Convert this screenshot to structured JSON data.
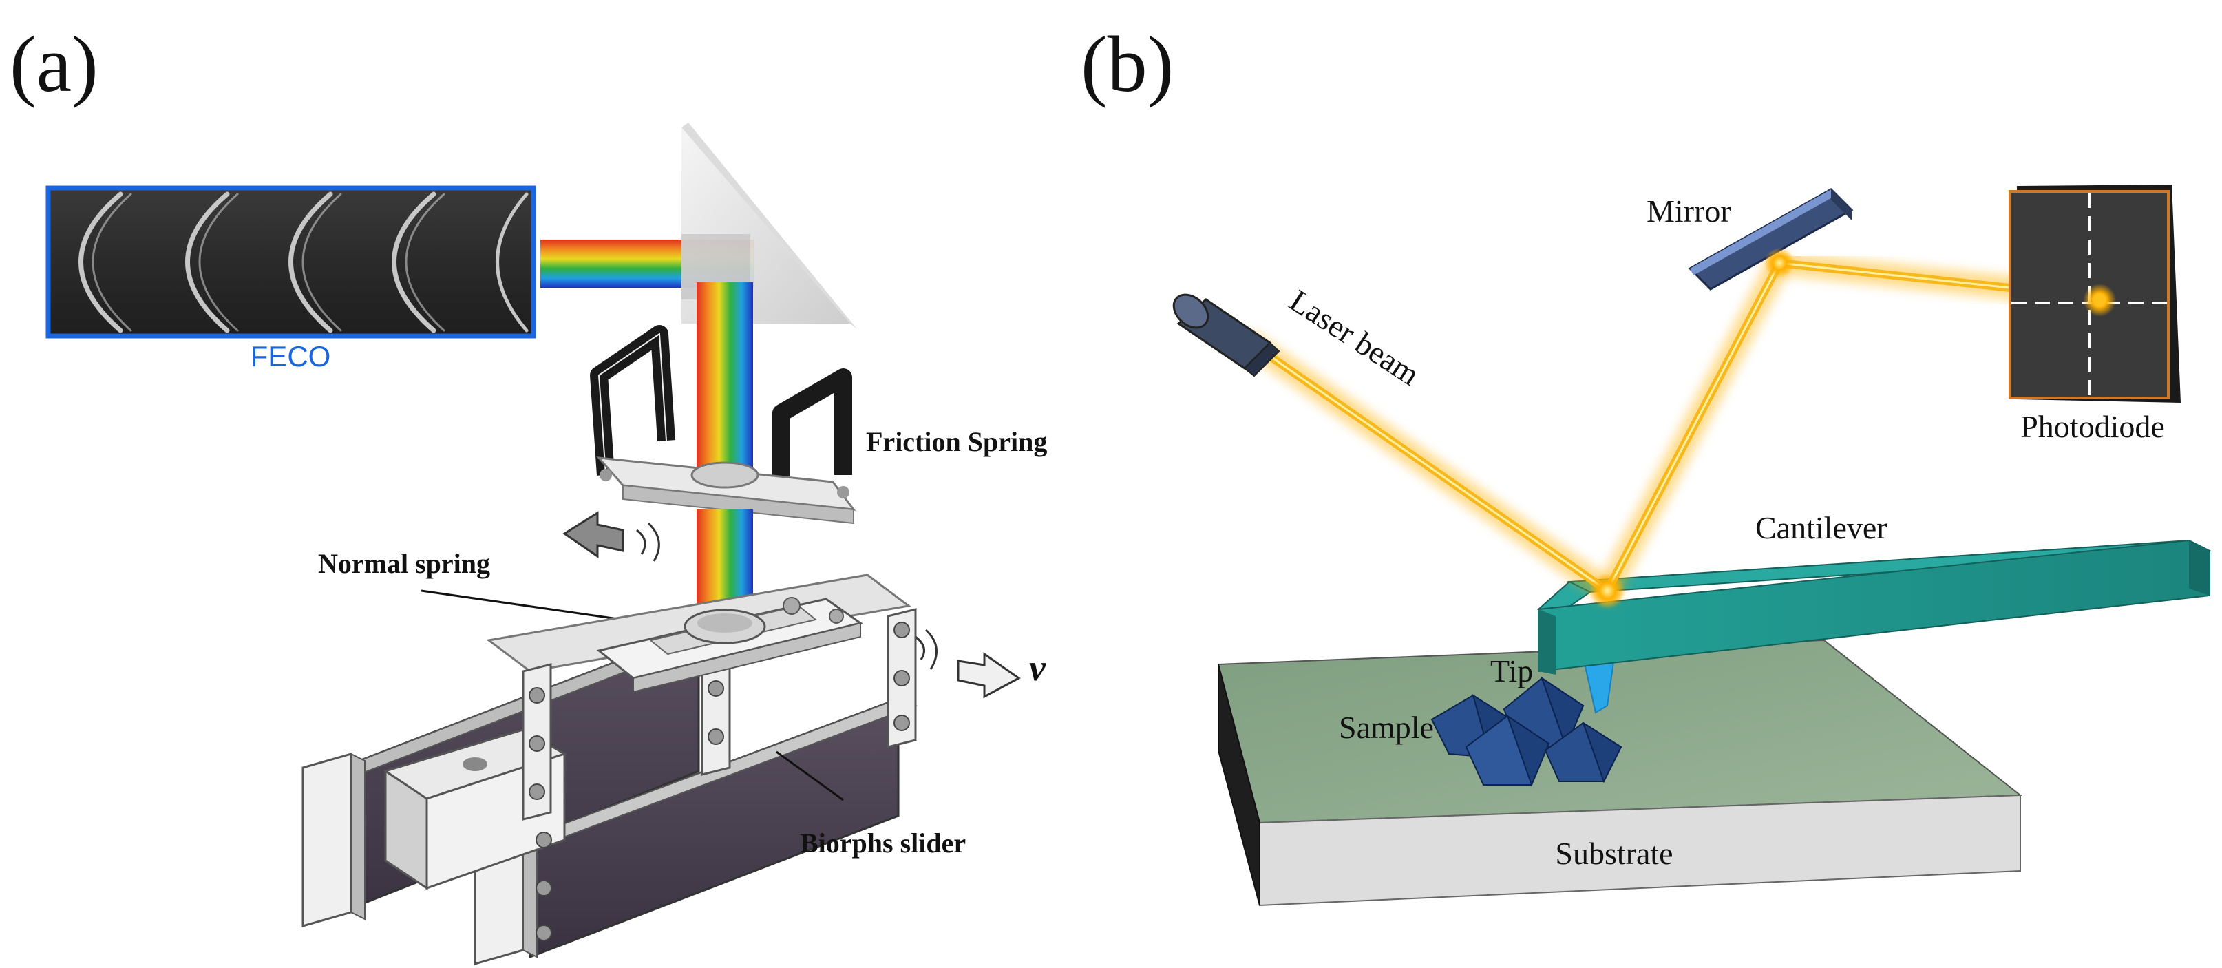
{
  "panels": {
    "a": {
      "label": "(a)",
      "feco_label": "FECO",
      "friction_spring_label": "Friction Spring",
      "normal_spring_label": "Normal spring",
      "velocity_label": "v",
      "slider_label": "Biorphs slider"
    },
    "b": {
      "label": "(b)",
      "laser_label": "Laser beam",
      "mirror_label": "Mirror",
      "photodiode_label": "Photodiode",
      "cantilever_label": "Cantilever",
      "tip_label": "Tip",
      "sample_label": "Sample",
      "substrate_label": "Substrate"
    }
  },
  "colors": {
    "feco_border": "#1a66e0",
    "laser": "#f7b81e",
    "cantilever": "#1f8f88",
    "substrate_top": "#8aa98a",
    "substrate_side": "#dcdcdc",
    "sample": "#1d3f7a",
    "slider_body": "#4e4452",
    "photodiode": "#3a3a3a",
    "mirror": "#3a4f7a"
  },
  "icons": [
    "laser-emitter-icon",
    "mirror-icon",
    "photodiode-icon",
    "prism-icon",
    "arrow-icon"
  ]
}
